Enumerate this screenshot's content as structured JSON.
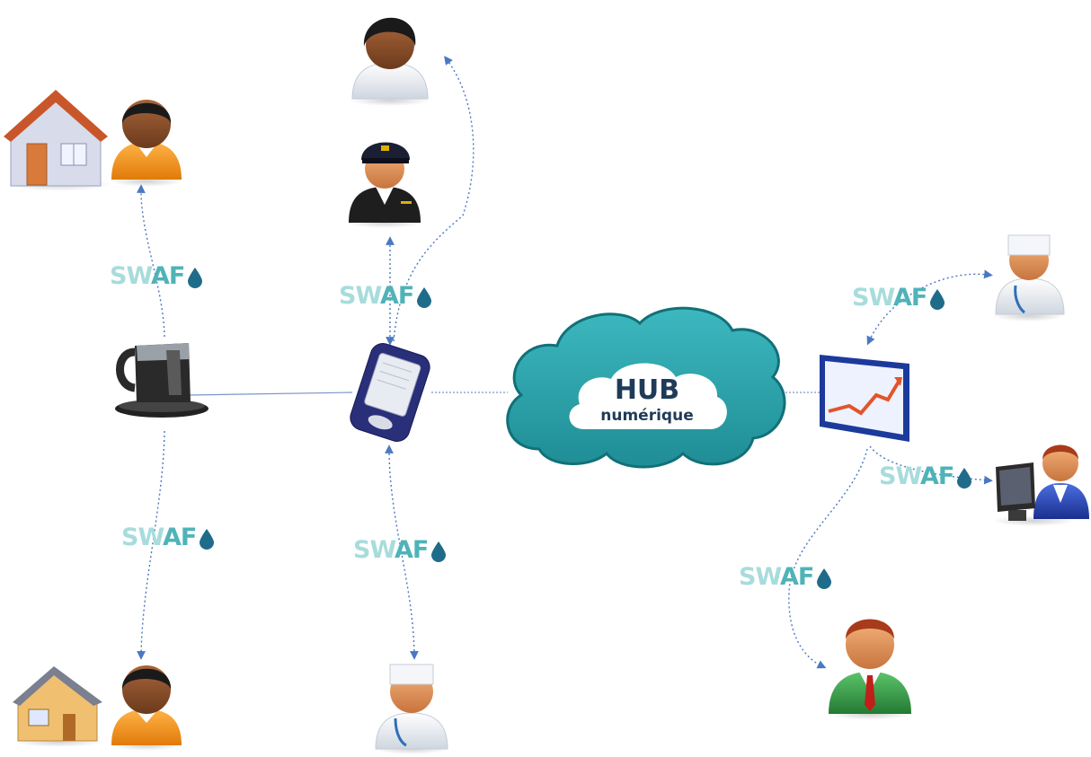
{
  "hub": {
    "title": "HUB",
    "subtitle": "numérique"
  },
  "swaf_label": {
    "part1": "SW",
    "part2": "AF"
  },
  "colors": {
    "line": "#4a78c2",
    "cloud": "#2fa3ab",
    "swaf_light": "#a8dcdc",
    "swaf_dark": "#4fb3b8"
  },
  "nodes": [
    "house-resident-top",
    "house-resident-bottom",
    "kettle-device",
    "handheld-device",
    "woman-person",
    "pilot-person",
    "nurse-person-bottom",
    "hub-cloud",
    "dashboard-screen",
    "nurse-person-right",
    "computer-operator",
    "businessman-person"
  ]
}
